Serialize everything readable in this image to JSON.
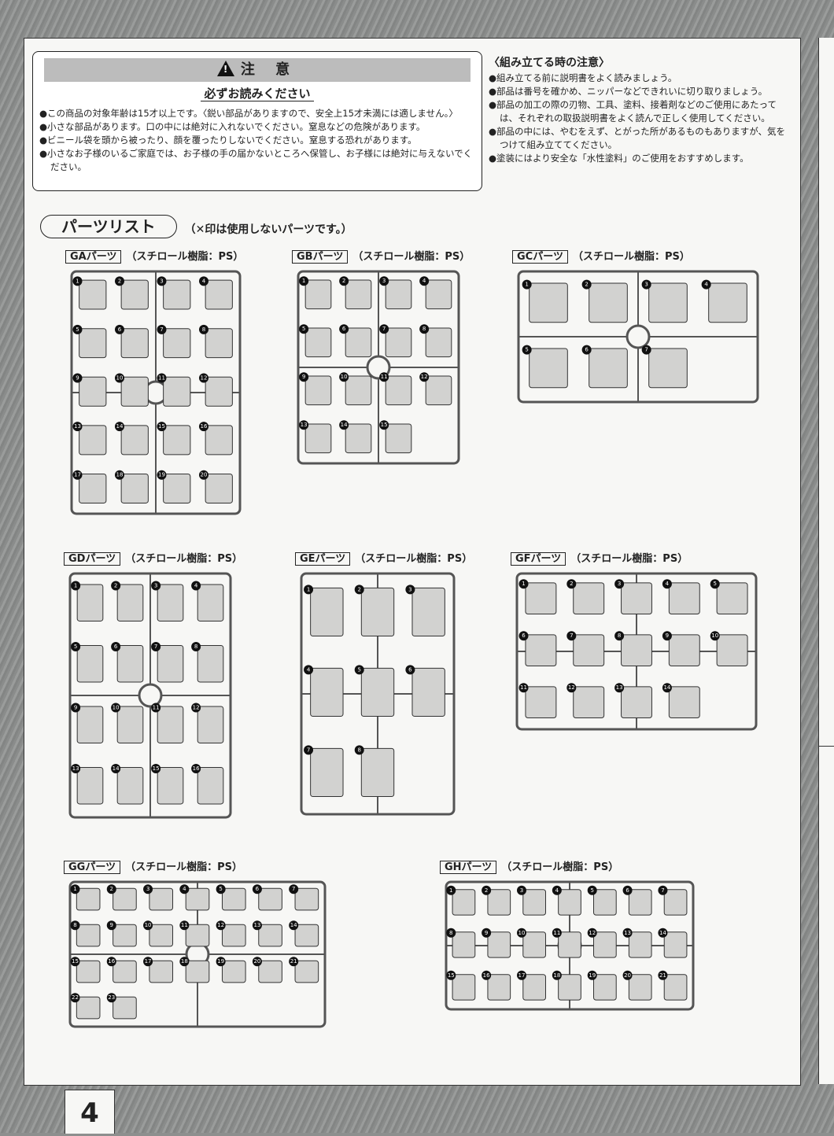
{
  "page_number": "4",
  "caution": {
    "icon": "warning-triangle-icon",
    "title": "注 意",
    "must_read": "必ずお読みください",
    "items": [
      "●この商品の対象年齢は15才以上です。〈鋭い部品がありますので、安全上15才未満には適しません。〉",
      "●小さな部品があります。口の中には絶対に入れないでください。窒息などの危険があります。",
      "●ビニール袋を頭から被ったり、顔を覆ったりしないでください。窒息する恐れがあります。",
      "●小さなお子様のいるご家庭では、お子様の手の届かないところへ保管し、お子様には絶対に与えないでください。"
    ]
  },
  "assembly": {
    "title": "〈組み立てる時の注意〉",
    "items": [
      "●組み立てる前に説明書をよく読みましょう。",
      "●部品は番号を確かめ、ニッパーなどできれいに切り取りましょう。",
      "●部品の加工の際の刃物、工具、塗料、接着剤などのご使用にあたっては、それぞれの取扱説明書をよく読んで正しく使用してください。",
      "●部品の中には、やむをえず、とがった所があるものもありますが、気をつけて組み立ててください。",
      "●塗装にはより安全な「水性塗料」のご使用をおすすめします。"
    ]
  },
  "parts_list": {
    "title": "パーツリスト",
    "note": "（✕印は使用しないパーツです。）"
  },
  "material": "（スチロール樹脂：PS）",
  "runners": [
    {
      "id": "ga",
      "name": "GAパーツ",
      "numbers": [
        "1",
        "2",
        "3",
        "4",
        "5",
        "6",
        "7",
        "8",
        "9",
        "10",
        "11",
        "12",
        "13",
        "14",
        "15",
        "16",
        "17",
        "18",
        "19",
        "20"
      ]
    },
    {
      "id": "gb",
      "name": "GBパーツ",
      "numbers": [
        "1",
        "2",
        "3",
        "4",
        "5",
        "6",
        "7",
        "8",
        "9",
        "10",
        "11",
        "12",
        "13",
        "14",
        "15"
      ]
    },
    {
      "id": "gc",
      "name": "GCパーツ",
      "numbers": [
        "1",
        "2",
        "3",
        "4",
        "5",
        "6",
        "7"
      ]
    },
    {
      "id": "gd",
      "name": "GDパーツ",
      "numbers": [
        "1",
        "2",
        "3",
        "4",
        "5",
        "6",
        "7",
        "8",
        "9",
        "10",
        "11",
        "12",
        "13",
        "14",
        "15",
        "16"
      ]
    },
    {
      "id": "ge",
      "name": "GEパーツ",
      "numbers": [
        "1",
        "2",
        "3",
        "4",
        "5",
        "6",
        "7",
        "8"
      ]
    },
    {
      "id": "gf",
      "name": "GFパーツ",
      "numbers": [
        "1",
        "2",
        "3",
        "4",
        "5",
        "6",
        "7",
        "8",
        "9",
        "10",
        "11",
        "12",
        "13",
        "14"
      ]
    },
    {
      "id": "gg",
      "name": "GGパーツ",
      "numbers": [
        "1",
        "2",
        "3",
        "4",
        "5",
        "6",
        "7",
        "8",
        "9",
        "10",
        "11",
        "12",
        "13",
        "14",
        "15",
        "16",
        "17",
        "18",
        "19",
        "20",
        "21",
        "22",
        "23"
      ]
    },
    {
      "id": "gh",
      "name": "GHパーツ",
      "numbers": [
        "1",
        "2",
        "3",
        "4",
        "5",
        "6",
        "7",
        "8",
        "9",
        "10",
        "11",
        "12",
        "13",
        "14",
        "15",
        "16",
        "17",
        "18",
        "19",
        "20",
        "21"
      ]
    }
  ]
}
